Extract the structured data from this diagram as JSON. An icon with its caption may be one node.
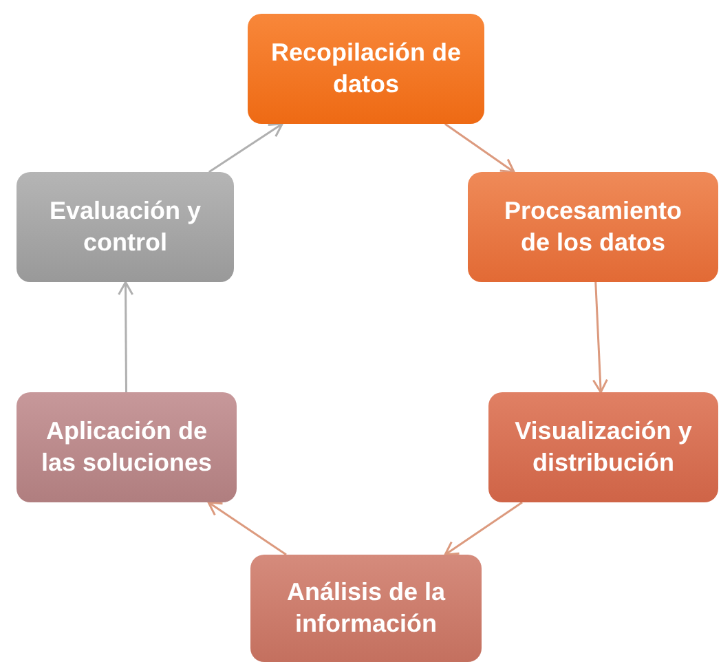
{
  "diagram": {
    "nodes": [
      {
        "text": [
          "Recopilación de datos"
        ]
      },
      {
        "text": [
          "Procesamiento de los datos"
        ]
      },
      {
        "text": [
          "Visualización y distribución"
        ]
      },
      {
        "text": [
          "Análisis de la información"
        ]
      },
      {
        "text": [
          "Aplicación de las soluciones"
        ]
      },
      {
        "text": [
          "Evaluación y control"
        ]
      }
    ],
    "edges": [
      {
        "from": 0,
        "to": 1,
        "arrow": "to"
      },
      {
        "from": 1,
        "to": 2,
        "arrow": "to"
      },
      {
        "from": 2,
        "to": 3,
        "arrow": "to"
      },
      {
        "from": 3,
        "to": 4,
        "arrow": "to"
      },
      {
        "from": 4,
        "to": 5,
        "arrow": "to",
        "color": "#b0b0b0"
      },
      {
        "from": 5,
        "to": 0,
        "arrow": "to",
        "color": "#b0b0b0"
      }
    ]
  }
}
